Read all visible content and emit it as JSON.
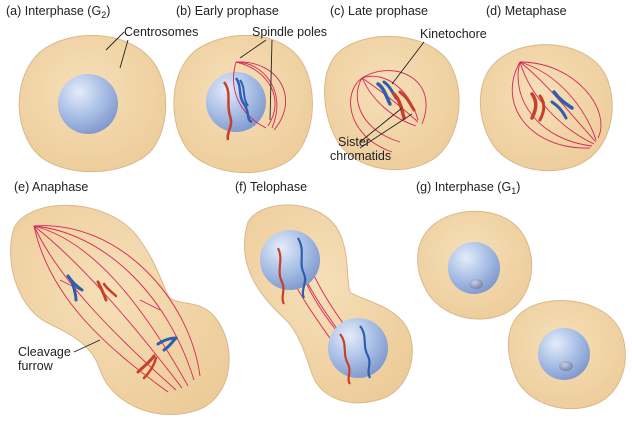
{
  "panels": [
    {
      "id": "a",
      "label": "(a)  Interphase (G",
      "sub": "2",
      "tail": ")"
    },
    {
      "id": "b",
      "label": "(b)  Early prophase"
    },
    {
      "id": "c",
      "label": "(c)  Late prophase"
    },
    {
      "id": "d",
      "label": "(d)  Metaphase"
    },
    {
      "id": "e",
      "label": "(e)  Anaphase"
    },
    {
      "id": "f",
      "label": "(f)  Telophase"
    },
    {
      "id": "g",
      "label": "(g)  Interphase (G",
      "sub": "1",
      "tail": ")"
    }
  ],
  "callouts": {
    "centrosomes": "Centrosomes",
    "spindle_poles": "Spindle poles",
    "kinetochore": "Kinetochore",
    "sister_1": "Sister",
    "sister_2": "chromatids",
    "cleavage_1": "Cleavage",
    "cleavage_2": "furrow"
  },
  "colors": {
    "cytoplasm": "#f0d2a4",
    "nucleus": "#a8bde4",
    "spindle": "#d8245a",
    "chromosome_blue": "#2e5fae",
    "chromosome_red": "#c8402a"
  }
}
